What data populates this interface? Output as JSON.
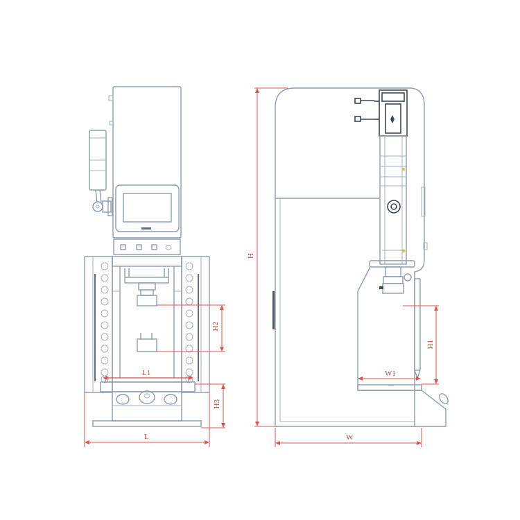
{
  "drawing": {
    "type": "technical-drawing",
    "subject": "servo press machine",
    "views": [
      "front-view",
      "side-view"
    ],
    "line_color": "#8a9bb2",
    "dimension_color": "#e0524a"
  },
  "dimensions": {
    "front": {
      "L": "L",
      "L1": "L1",
      "H2": "H2",
      "H3": "H3"
    },
    "side": {
      "H": "H",
      "H1": "H1",
      "W": "W",
      "W1": "W1"
    }
  }
}
